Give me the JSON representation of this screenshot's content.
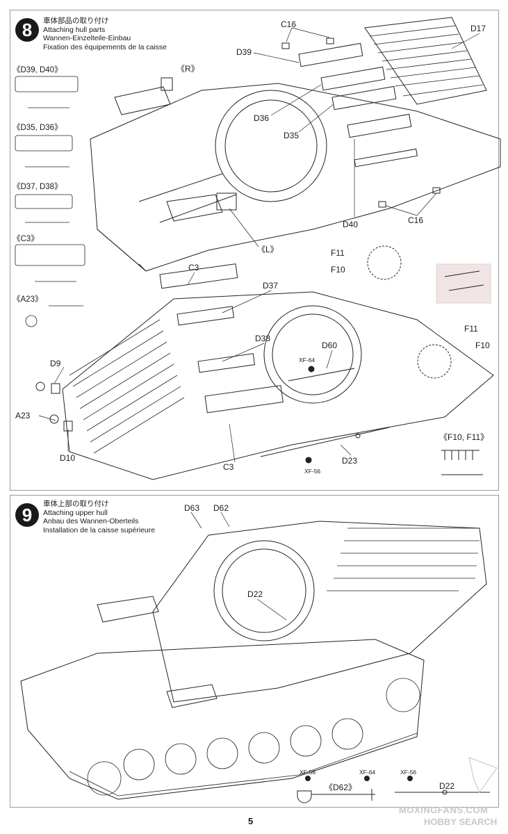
{
  "step8": {
    "number": "8",
    "title_ja": "車体部品の取り付け",
    "title_en": "Attaching hull parts",
    "title_de": "Wannen-Einzelteile-Einbau",
    "title_fr": "Fixation des équipements de la caisse",
    "side_labels": [
      "《D39, D40》",
      "《D35, D36》",
      "《D37, D38》",
      "《C3》",
      "《A23》"
    ],
    "labels": {
      "C16_top": "C16",
      "D17": "D17",
      "D39": "D39",
      "R": "《R》",
      "D36": "D36",
      "D35": "D35",
      "D40": "D40",
      "C16_bottom": "C16",
      "L": "《L》",
      "C3_top": "C3",
      "D37": "D37",
      "F11_top": "F11",
      "F10_top": "F10",
      "D38": "D38",
      "D60": "D60",
      "XF64": "XF-64",
      "D9": "D9",
      "A23": "A23",
      "D10": "D10",
      "C3_bottom": "C3",
      "D23": "D23",
      "XF56": "XF-56",
      "F11_mid": "F11",
      "F10_mid": "F10",
      "F10F11": "《F10, F11》"
    }
  },
  "step9": {
    "number": "9",
    "title_ja": "車体上部の取り付け",
    "title_en": "Attaching upper hull",
    "title_de": "Anbau des Wannen-Oberteils",
    "title_fr": "Installation de la caisse supérieure",
    "labels": {
      "D63": "D63",
      "D62": "D62",
      "D22": "D22",
      "XF56_a": "XF-56",
      "XF64": "XF-64",
      "D62_detail": "《D62》",
      "XF56_b": "XF-56",
      "D22_detail": "D22"
    }
  },
  "footer": {
    "page_number": "5",
    "watermark_1": "MOXINGFANS.COM",
    "watermark_2": "HOBBY SEARCH"
  }
}
